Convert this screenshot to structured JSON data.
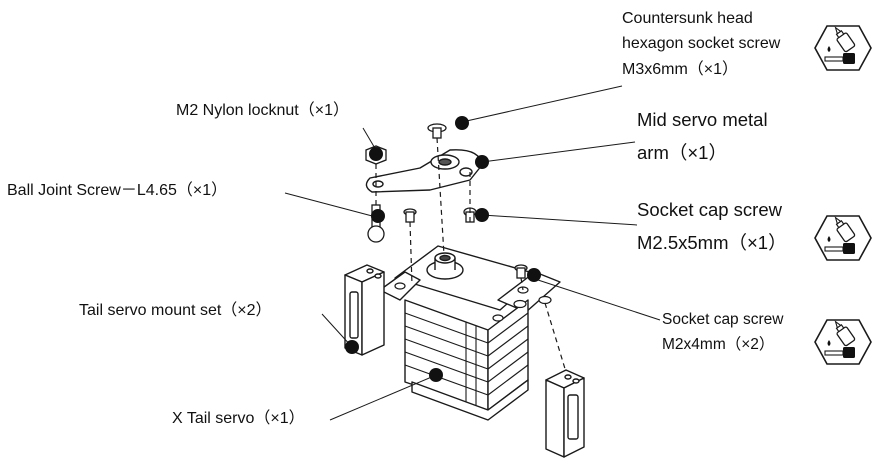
{
  "labels": {
    "countersunk_line1": "Countersunk head",
    "countersunk_line2": "hexagon socket screw",
    "countersunk_line3": "M3x6mm（×1）",
    "nylon_locknut": "M2 Nylon locknut（×1）",
    "mid_arm_line1": "Mid servo metal",
    "mid_arm_line2": "arm（×1）",
    "ball_joint": "Ball Joint Screw－L4.65（×1）",
    "socket_cap_25_line1": "Socket cap screw",
    "socket_cap_25_line2": "M2.5x5mm（×1）",
    "tail_mount": "Tail servo mount set（×2）",
    "socket_cap_2_line1": "Socket cap screw",
    "socket_cap_2_line2": "M2x4mm（×2）",
    "x_tail_servo": "X Tail servo（×1）"
  },
  "icons": {
    "threadlock": "threadlocker-hexagon-icon"
  },
  "colors": {
    "line": "#1a1a1a",
    "fill": "#ffffff",
    "dot": "#111111"
  }
}
